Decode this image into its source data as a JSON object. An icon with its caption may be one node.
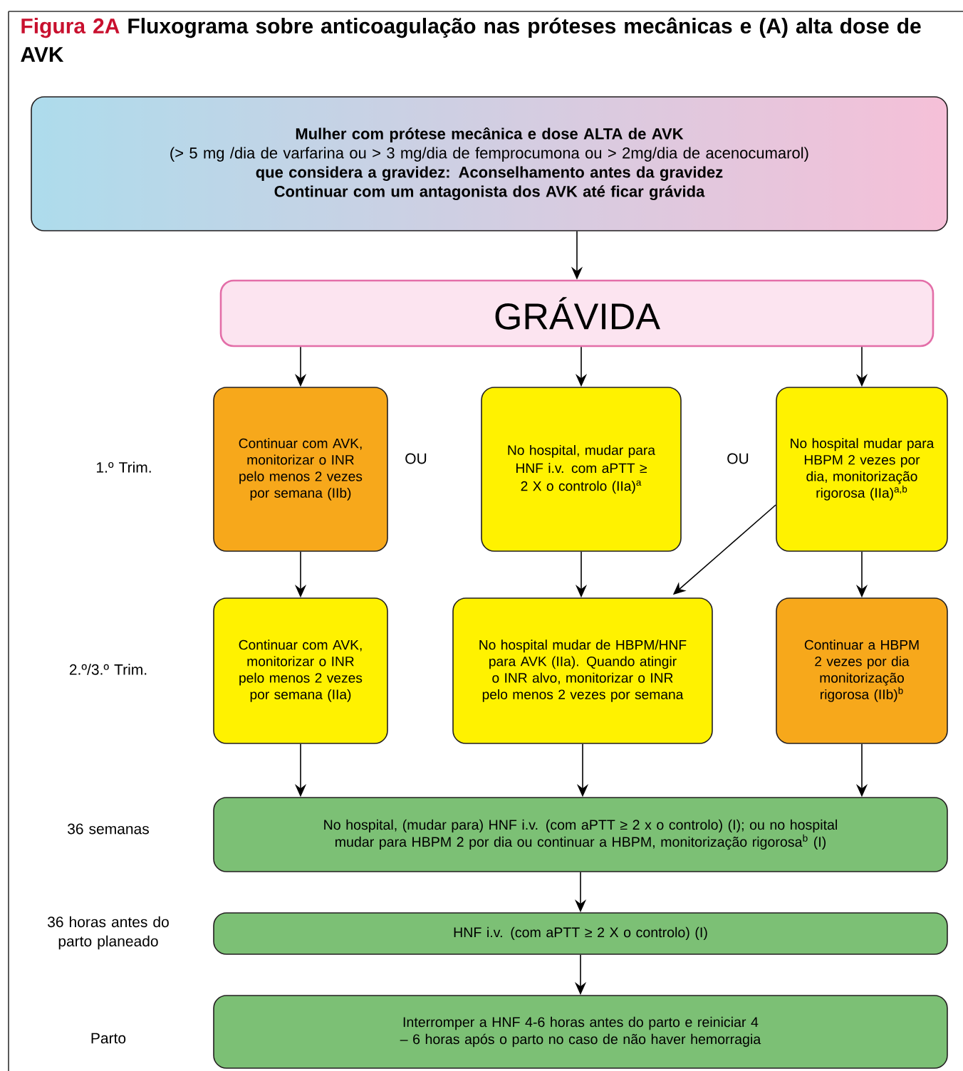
{
  "diagram": {
    "title": "Fluxograma sobre anticoagulação nas próteses mecânicas e (A) alta dose de AVK",
    "nodes": [
      {
        "text": [
          "Mulher com prótese mecânica e dose ALTA de AVK",
          "(> 5 mg /dia de varfarina ou > 3 mg/dia de femprocumona ou > 2mg/dia de acenocumarol)",
          "que considera a gravidez: Aconselhamento antes da gravidez",
          "Continuar com um antagonista dos AVK até ficar grávida"
        ]
      },
      {
        "text": [
          "GRÁVIDA"
        ]
      },
      {
        "text": [
          "Continuar com AVK, monitorizar o INR pelo menos 2 vezes por semana (IIb)"
        ]
      },
      {
        "text": [
          "No hospital, mudar para HNF i.v. com aPTT ≥ 2 X o controlo (IIa)$^{a}$"
        ]
      },
      {
        "text": [
          "No hospital mudar para HBPM 2 vezes por dia, monitorização rigorosa (IIa)$^{a,b}$"
        ]
      },
      {
        "text": [
          "Continuar com AVK, monitorizar o INR pelo menos 2 vezes por semana (IIa)"
        ]
      },
      {
        "text": [
          "No hospital mudar de HBPM/HNF para AVK (IIa). Quando atingir o INR alvo, monitorizar o INR pelo menos 2 vezes por semana"
        ]
      },
      {
        "text": [
          "Continuar a HBPM 2 vezes por dia monitorização rigorosa (IIb)$^{b}$"
        ]
      },
      {
        "text": [
          "No hospital, (mudar para) HNF i.v. (com aPTT ≥ 2 x o controlo) (I); ou no hospital mudar para HBPM 2 por dia ou continuar a HBPM, monitorização rigorosa$^{b}$ (I)"
        ]
      },
      {
        "text": [
          "HNF i.v. (com aPTT ≥ 2 X o controlo) (I)"
        ]
      },
      {
        "text": [
          "Interromper a HNF 4-6 horas antes do parto e reiniciar 4 – 6 horas após o parto no caso de não haver hemorragia"
        ]
      }
    ],
    "edges": [
      {
        "from": 0,
        "to": 1,
        "arrow": "to"
      },
      {
        "from": 1,
        "to": 2,
        "arrow": "to"
      },
      {
        "from": 1,
        "to": 3,
        "arrow": "to"
      },
      {
        "from": 1,
        "to": 4,
        "arrow": "to"
      },
      {
        "from": 2,
        "to": 5,
        "arrow": "to"
      },
      {
        "from": 3,
        "to": 6,
        "arrow": "to"
      },
      {
        "from": 4,
        "to": 7,
        "arrow": "to"
      },
      {
        "from": 4,
        "to": 6,
        "arrow": "to"
      },
      {
        "from": 5,
        "to": 8,
        "arrow": "to"
      },
      {
        "from": 6,
        "to": 8,
        "arrow": "to"
      },
      {
        "from": 7,
        "to": 8,
        "arrow": "to"
      },
      {
        "from": 8,
        "to": 9,
        "arrow": "to"
      },
      {
        "from": 9,
        "to": 10,
        "arrow": "to"
      }
    ],
    "labels": [
      "Figura 2A",
      "1.º Trim.",
      "OU",
      "OU",
      "2.º/3.º Trim.",
      "36 semanas",
      "36 horas antes do parto planeado",
      "Parto"
    ]
  }
}
